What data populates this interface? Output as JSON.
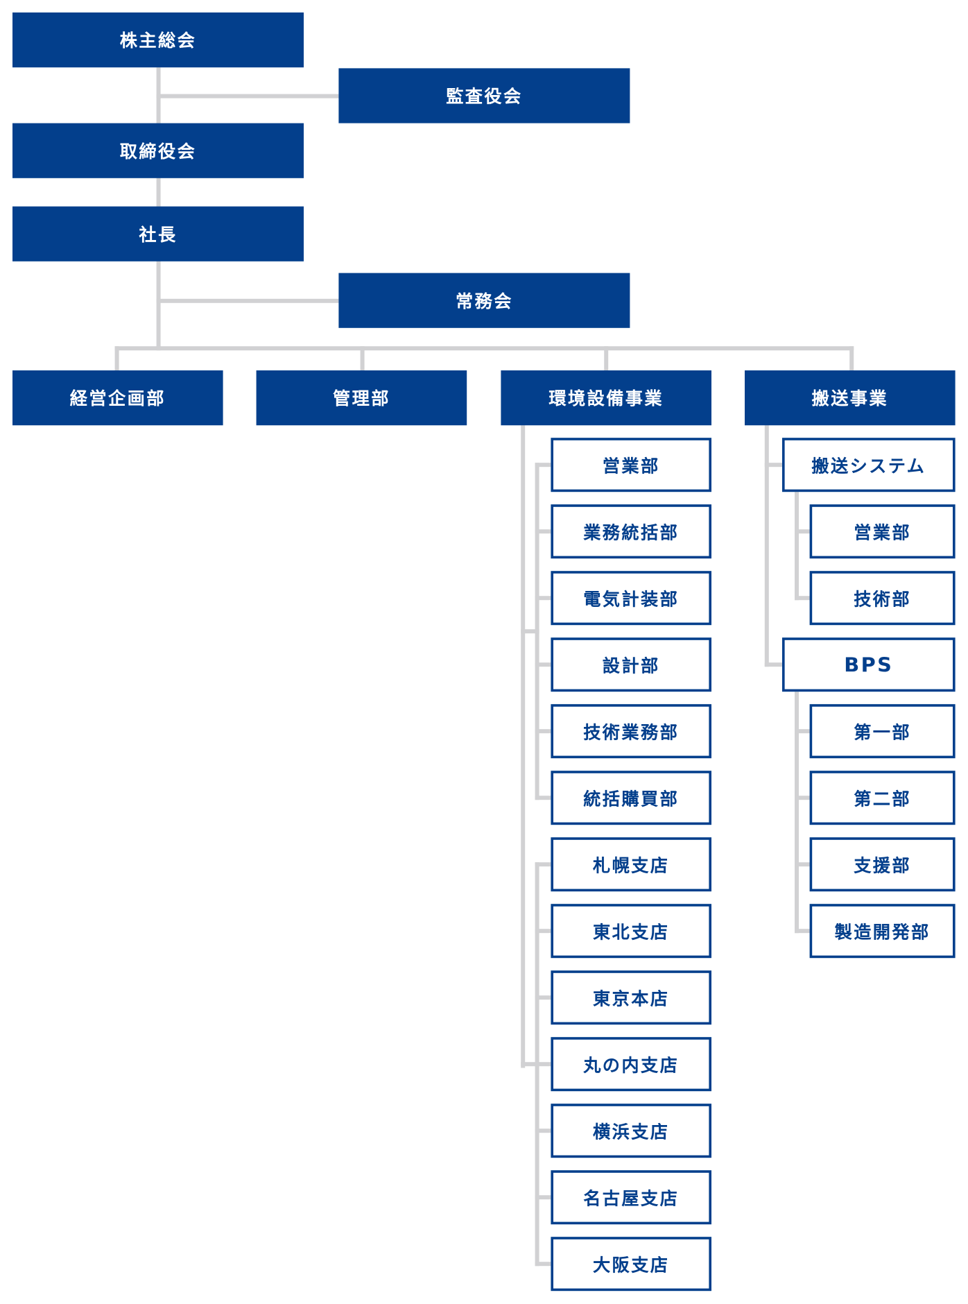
{
  "colors": {
    "primary": "#033f8c",
    "connector": "#d1d1d3"
  },
  "top": {
    "shareholders": "株主総会",
    "auditors": "監査役会",
    "board": "取締役会",
    "president": "社長",
    "executive_committee": "常務会"
  },
  "departments": [
    "経営企画部",
    "管理部",
    "環境設備事業",
    "搬送事業"
  ],
  "environment": {
    "group1": [
      "営業部",
      "業務統括部",
      "電気計装部",
      "設計部",
      "技術業務部",
      "統括購買部"
    ],
    "group2": [
      "札幌支店",
      "東北支店",
      "東京本店",
      "丸の内支店",
      "横浜支店",
      "名古屋支店",
      "大阪支店"
    ]
  },
  "transport": {
    "system": "搬送システム",
    "system_children": [
      "営業部",
      "技術部"
    ],
    "bps": "BPS",
    "bps_children": [
      "第一部",
      "第二部",
      "支援部",
      "製造開発部"
    ]
  }
}
